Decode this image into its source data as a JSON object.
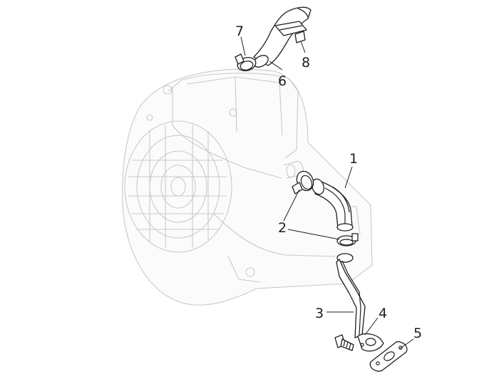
{
  "callouts": {
    "c1": "1",
    "c2": "2",
    "c3": "3",
    "c4": "4",
    "c5": "5",
    "c6": "6",
    "c7": "7",
    "c8": "8"
  },
  "colors": {
    "ghost_outline": "#c9c9c9",
    "part_outline": "#1e1e1e",
    "background": "#ffffff"
  }
}
